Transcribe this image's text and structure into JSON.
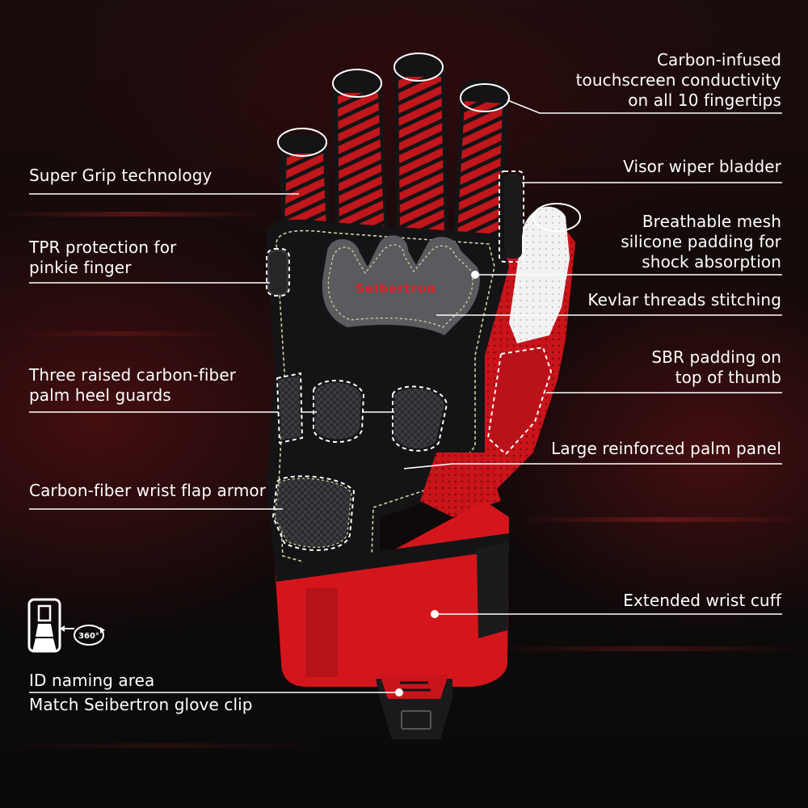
{
  "product": {
    "brand_mark": "Seibertron"
  },
  "labels": {
    "touchscreen": "Carbon-infused\ntouchscreen conductivity\non all 10 fingertips",
    "super_grip": "Super Grip technology",
    "visor_wiper": "Visor wiper bladder",
    "breathable_mesh": "Breathable mesh\nsilicone padding for\nshock absorption",
    "tpr_pinkie": "TPR protection for\npinkie finger",
    "kevlar": "Kevlar threads stitching",
    "sbr_thumb": "SBR padding on\ntop of thumb",
    "palm_heel": "Three raised carbon-fiber\npalm heel guards",
    "palm_panel": "Large reinforced palm panel",
    "wrist_flap": "Carbon-fiber wrist flap armor",
    "wrist_cuff": "Extended wrist cuff",
    "id_naming": "ID naming area",
    "glove_clip": "Match Seibertron glove clip",
    "rotation": "360°"
  },
  "colors": {
    "glove_red": "#d4161c",
    "glove_black": "#141416",
    "glove_grey": "#5b5b5f",
    "carbon": "#2b2b2e",
    "stitch": "#d8d0a0",
    "text": "#ffffff"
  },
  "icons": [
    "clip-icon",
    "rotate-360-icon"
  ]
}
